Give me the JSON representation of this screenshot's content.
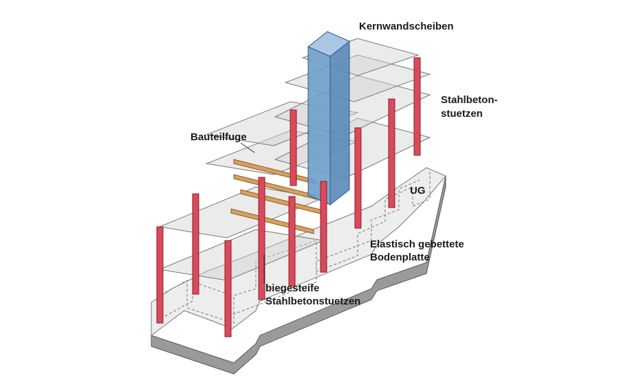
{
  "labels": {
    "core_walls": "Kernwandscheiben",
    "rc_columns_line1": "Stahlbeton-",
    "rc_columns_line2": "stuetzen",
    "joint": "Bauteilfuge",
    "basement": "UG",
    "slab_line1": "Elastisch gebettete",
    "slab_line2": "Bodenplatte",
    "rigid_line1": "biegesteife",
    "rigid_line2": "Stahlbetonstuetzen"
  },
  "colors": {
    "column_fill": "#d94a5a",
    "column_stroke": "#8a1d2a",
    "core_fill": "#6f9fcb",
    "core_stroke": "#2d5a85",
    "beam_fill": "#d7a060",
    "beam_stroke": "#8a5a25",
    "slab_fill": "#d2d2d2",
    "base_side": "#9a9a9a",
    "base_top": "#ededed",
    "line": "#777777"
  }
}
